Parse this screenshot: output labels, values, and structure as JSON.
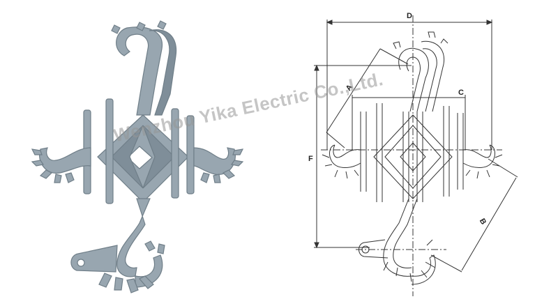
{
  "colors": {
    "product_fill": "#98a6b0",
    "product_shade": "#7f8e99",
    "product_edge": "#6f7e88",
    "drawing_line": "#333333",
    "watermark": "#969696",
    "background": "#ffffff"
  },
  "drawing": {
    "dimension_labels": {
      "d": "D",
      "a": "A",
      "c": "C",
      "f": "F",
      "b": "B"
    }
  },
  "watermark": {
    "text": "Wenzhou Yika Electric Co.,Ltd."
  }
}
